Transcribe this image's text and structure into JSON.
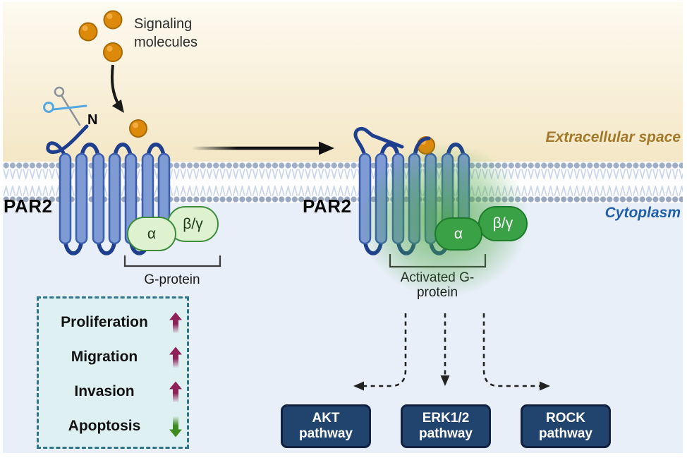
{
  "scene": {
    "extracellular_label": "Extracellular space",
    "cytoplasm_label": "Cytoplasm",
    "signaling_label": "Signaling molecules",
    "receptor_left_name": "PAR2",
    "receptor_right_name": "PAR2",
    "n_terminus_label": "N"
  },
  "g_protein": {
    "inactive": {
      "alpha": "α",
      "beta_gamma": "β/γ",
      "caption": "G-protein"
    },
    "active": {
      "alpha": "α",
      "beta_gamma": "β/γ",
      "caption_line1": "Activated G-",
      "caption_line2": "protein"
    }
  },
  "effects": {
    "items": [
      {
        "label": "Proliferation",
        "direction": "up"
      },
      {
        "label": "Migration",
        "direction": "up"
      },
      {
        "label": "Invasion",
        "direction": "up"
      },
      {
        "label": "Apoptosis",
        "direction": "down"
      }
    ]
  },
  "pathways": [
    {
      "line1": "AKT",
      "line2": "pathway"
    },
    {
      "line1": "ERK1/2",
      "line2": "pathway"
    },
    {
      "line1": "ROCK",
      "line2": "pathway"
    }
  ],
  "icons": {
    "scissors": "scissors-icon",
    "signal_molecule": "signal-molecule-icon",
    "up_arrow": "up-arrow-icon",
    "down_arrow": "down-arrow-icon"
  },
  "colors": {
    "signal_molecule": "#dd8a0c",
    "signal_molecule_border": "#a96a05",
    "membrane_head": "#a0aec8",
    "helix_fill": "#7e9bd4",
    "helix_border": "#3a5dae",
    "receptor_loop": "#1e3e8e",
    "g_inactive_fill": "#def2d0",
    "g_inactive_border": "#3c8c3c",
    "g_active_fill": "#3aa146",
    "g_active_border": "#1d7c2b",
    "activation_glow": "#46a53c",
    "pathway_box_fill": "#21446f",
    "extracellular_bg_bottom": "#f4e7c6",
    "cytoplasm_bg": "#e9eff9",
    "extracellular_text": "#a37a2b",
    "cytoplasm_text": "#2160a8",
    "up_arrow": "#8e2158",
    "down_arrow": "#3f8a1f",
    "effects_box_fill": "#def0f2",
    "effects_box_border": "#2f7389"
  }
}
